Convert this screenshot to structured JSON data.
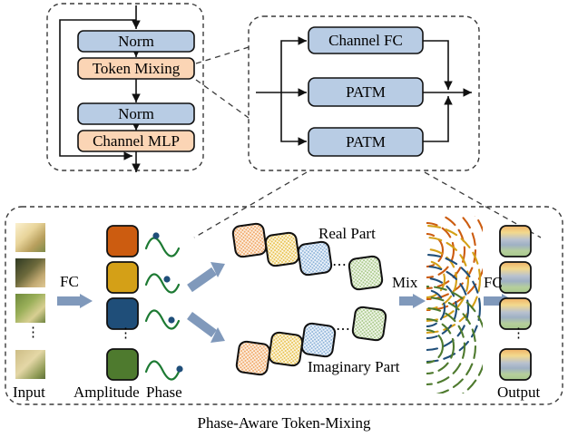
{
  "figure": {
    "caption": "Phase-Aware Token-Mixing",
    "colors": {
      "block_blue": "#b8cce4",
      "block_peach": "#fbd5b5",
      "arrow_slate": "#8099bb",
      "amp_orange": "#cc5c10",
      "amp_gold": "#d4a017",
      "amp_blue": "#1f4e79",
      "amp_green": "#4e7a2e",
      "wave_green": "#1d7a33",
      "phase_dot_blue": "#1f4e79",
      "tile_orange": "#f0a868",
      "tile_gold": "#e8c252",
      "tile_blue": "#8fb4d9",
      "tile_green": "#a9c98a",
      "outline": "#111111",
      "dashed_border": "#3a3a3a"
    }
  },
  "block_panel": {
    "name": "mixer-block",
    "items": [
      {
        "label": "Norm",
        "style": "blue"
      },
      {
        "label": "Token Mixing",
        "style": "peach"
      },
      {
        "label": "Norm",
        "style": "blue"
      },
      {
        "label": "Channel MLP",
        "style": "peach"
      }
    ]
  },
  "patm_panel": {
    "name": "token-mixing-detail",
    "items": [
      {
        "label": "Channel FC"
      },
      {
        "label": "PATM"
      },
      {
        "label": "PATM"
      }
    ]
  },
  "patm_detail": {
    "stage_labels": {
      "input": "Input",
      "amplitude": "Amplitude",
      "phase": "Phase",
      "real_part": "Real Part",
      "imaginary_part": "Imaginary Part",
      "output": "Output"
    },
    "operations": {
      "fc_left": "FC",
      "fc_right": "FC",
      "mix": "Mix"
    },
    "ellipsis": "⋮",
    "tile_ellipsis": "⋯",
    "amplitude_tokens": [
      {
        "color": "#cc5c10"
      },
      {
        "color": "#d4a017"
      },
      {
        "color": "#1f4e79"
      },
      {
        "color": "#4e7a2e"
      }
    ],
    "phase_tokens": [
      {
        "phase_pos": 0.18
      },
      {
        "phase_pos": 0.45
      },
      {
        "phase_pos": 0.62
      },
      {
        "phase_pos": 0.9
      }
    ],
    "real_tiles": [
      {
        "color": "#f0a868"
      },
      {
        "color": "#e8c252"
      },
      {
        "color": "#8fb4d9"
      },
      {
        "color": "#a9c98a"
      }
    ],
    "imaginary_tiles": [
      {
        "color": "#f0a868"
      },
      {
        "color": "#e8c252"
      },
      {
        "color": "#8fb4d9"
      },
      {
        "color": "#a9c98a"
      }
    ],
    "output_tokens": [
      {
        "gradient": "orange-yellow-blue-green"
      },
      {
        "gradient": "orange-yellow-blue-green"
      },
      {
        "gradient": "orange-yellow-blue-green"
      },
      {
        "gradient": "orange-yellow-blue-green"
      }
    ],
    "mix_arc_colors": [
      "#cc5c10",
      "#d4a017",
      "#1f4e79",
      "#4e7a2e"
    ]
  }
}
